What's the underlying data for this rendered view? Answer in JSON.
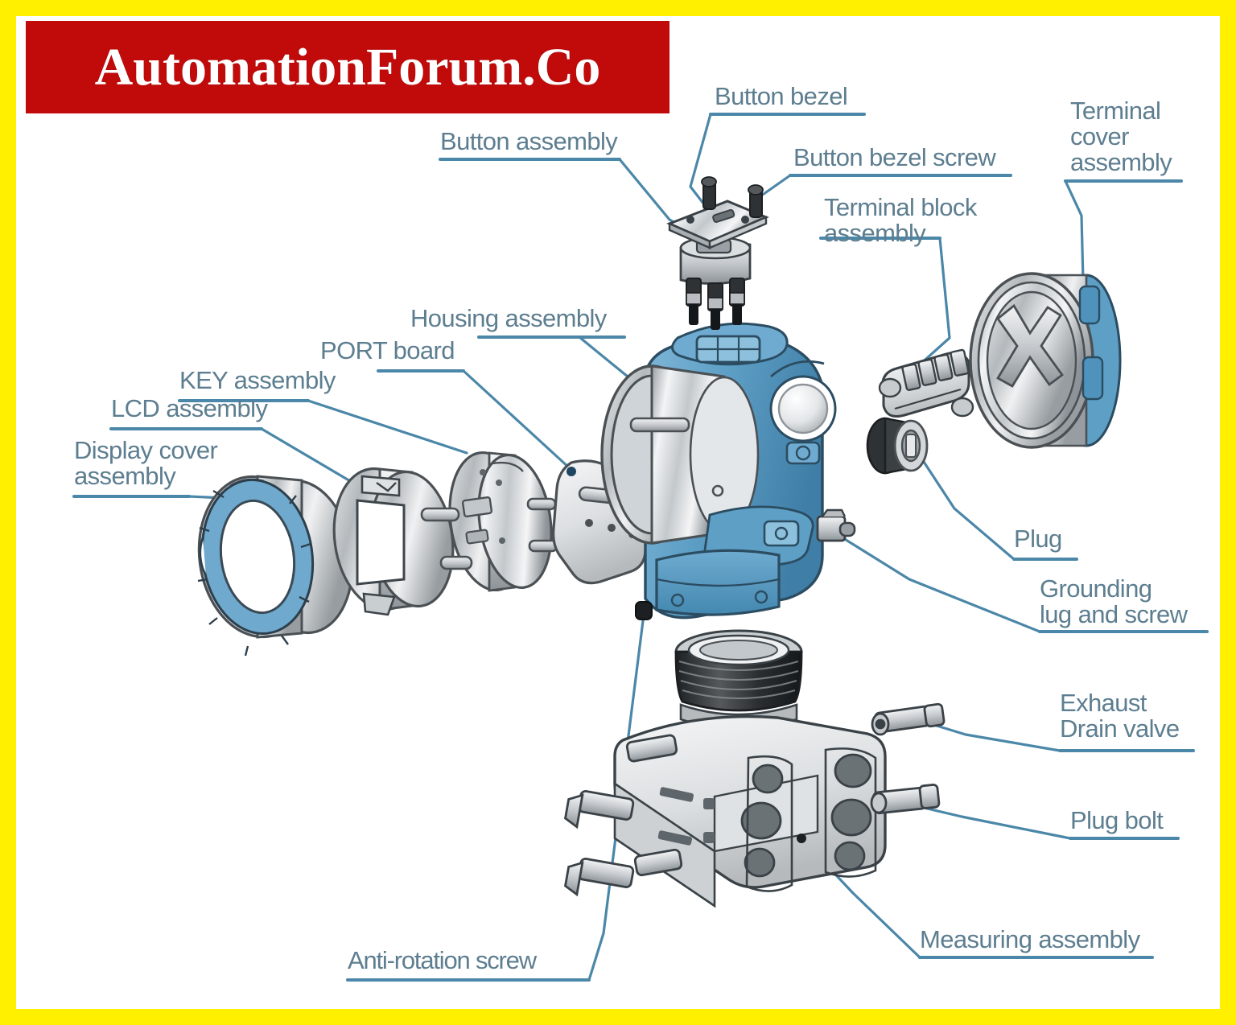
{
  "watermark": {
    "text": "AutomationForum.Co",
    "bg": "#c10a0a",
    "fg": "#ffffff"
  },
  "frame": {
    "border_color": "#fff000",
    "background": "#ffffff"
  },
  "diagram": {
    "title": "Exploded view of a differential pressure transmitter",
    "label_color": "#5d7e90",
    "leader_color": "#4b87a8",
    "palette": {
      "housing_blue": "#5e9fc6",
      "housing_blue_dark": "#3f7ea6",
      "metal_light": "#e6e8ea",
      "metal_mid": "#b9bdc1",
      "metal_dark": "#7d8387",
      "outline": "#4a5054",
      "dark_part": "#2e3234"
    }
  },
  "labels": [
    {
      "id": "button-bezel",
      "text": "Button bezel"
    },
    {
      "id": "button-assembly",
      "text": "Button assembly"
    },
    {
      "id": "button-bezel-screw",
      "text": "Button bezel screw"
    },
    {
      "id": "terminal-block-assembly",
      "text": "Terminal block\nassembly"
    },
    {
      "id": "terminal-cover-assembly",
      "text": "Terminal\ncover\nassembly"
    },
    {
      "id": "housing-assembly",
      "text": "Housing assembly"
    },
    {
      "id": "port-board",
      "text": "PORT board"
    },
    {
      "id": "key-assembly",
      "text": "KEY assembly"
    },
    {
      "id": "lcd-assembly",
      "text": "LCD assembly"
    },
    {
      "id": "display-cover-assembly",
      "text": "Display cover\nassembly"
    },
    {
      "id": "plug",
      "text": "Plug"
    },
    {
      "id": "grounding-lug-and-screw",
      "text": "Grounding\nlug and screw"
    },
    {
      "id": "exhaust-drain-valve",
      "text": "Exhaust\nDrain valve"
    },
    {
      "id": "plug-bolt",
      "text": "Plug bolt"
    },
    {
      "id": "measuring-assembly",
      "text": "Measuring assembly"
    },
    {
      "id": "anti-rotation-screw",
      "text": "Anti-rotation screw"
    }
  ],
  "parts": [
    {
      "id": "button-bezel",
      "name": "Button bezel"
    },
    {
      "id": "button-assembly",
      "name": "Button assembly"
    },
    {
      "id": "button-bezel-screw",
      "name": "Button bezel screw"
    },
    {
      "id": "terminal-block-assembly",
      "name": "Terminal block assembly"
    },
    {
      "id": "terminal-cover-assembly",
      "name": "Terminal cover assembly"
    },
    {
      "id": "housing-assembly",
      "name": "Housing assembly"
    },
    {
      "id": "port-board",
      "name": "PORT board"
    },
    {
      "id": "key-assembly",
      "name": "KEY assembly"
    },
    {
      "id": "lcd-assembly",
      "name": "LCD assembly"
    },
    {
      "id": "display-cover-assembly",
      "name": "Display cover assembly"
    },
    {
      "id": "plug",
      "name": "Plug"
    },
    {
      "id": "grounding-lug-and-screw",
      "name": "Grounding lug and screw"
    },
    {
      "id": "exhaust-drain-valve",
      "name": "Exhaust Drain valve"
    },
    {
      "id": "plug-bolt",
      "name": "Plug bolt"
    },
    {
      "id": "measuring-assembly",
      "name": "Measuring assembly"
    },
    {
      "id": "anti-rotation-screw",
      "name": "Anti-rotation screw"
    }
  ]
}
